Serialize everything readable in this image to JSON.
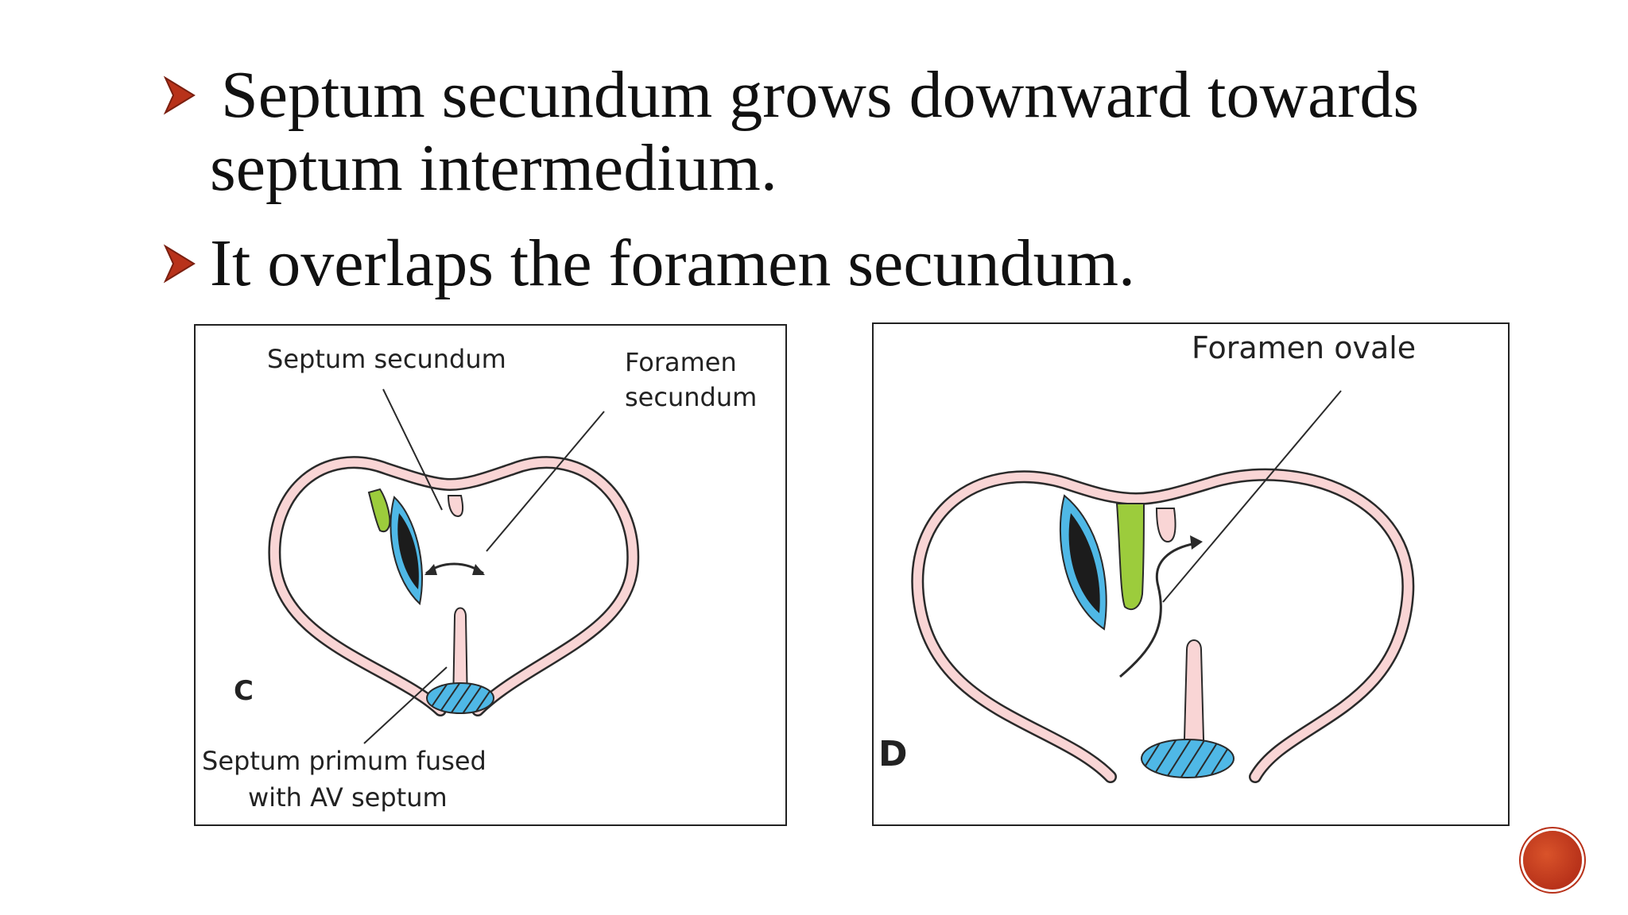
{
  "slide": {
    "bullets": [
      {
        "text": " Septum secundum grows downward towards septum intermedium."
      },
      {
        "text": "It overlaps the foramen secundum."
      }
    ],
    "accent_color": "#b8321a"
  },
  "diagram_c": {
    "panel_label": "C",
    "labels": {
      "septum_secundum": "Septum secundum",
      "foramen_line1": "Foramen",
      "foramen_line2": "secundum",
      "primum_line1": "Septum primum fused",
      "primum_line2": "with AV septum"
    }
  },
  "diagram_d": {
    "panel_label": "D",
    "labels": {
      "foramen_ovale": "Foramen ovale"
    }
  },
  "colors": {
    "wall_fill": "#f9d5d5",
    "wall_stroke": "#2a2a2a",
    "septum_secundum": "#9ccc3c",
    "valve_blue": "#4fb8e6",
    "valve_dark": "#1c1c1c"
  },
  "icons": {
    "bullet": "arrowhead-bullet-icon",
    "nav": "circle-nav-icon"
  }
}
